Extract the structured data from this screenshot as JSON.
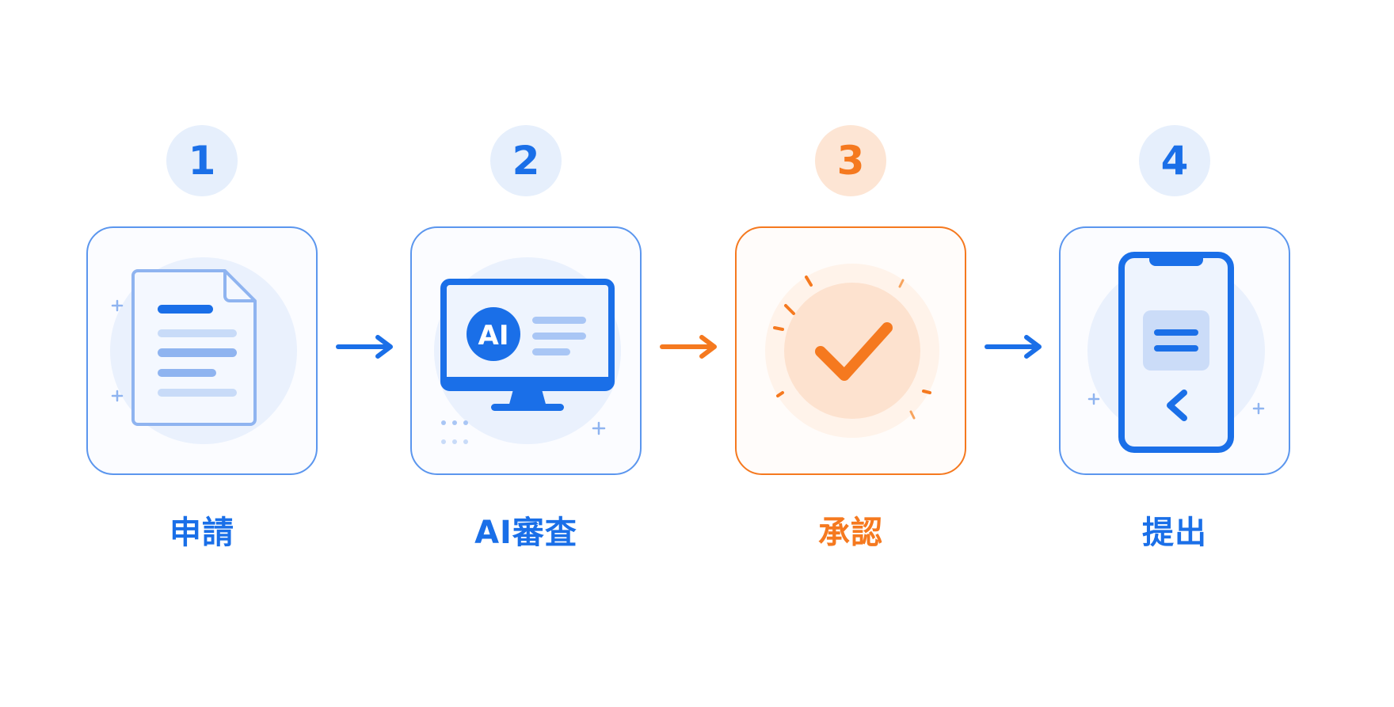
{
  "colors": {
    "blue": "#1a6fe8",
    "orange": "#f5791f",
    "blue_soft": "#e6effc",
    "orange_soft": "#fde5d4"
  },
  "steps": [
    {
      "number": "1",
      "label": "申請",
      "icon": "document-icon",
      "accent": "blue"
    },
    {
      "number": "2",
      "label": "AI審査",
      "icon": "monitor-icon",
      "accent": "blue",
      "screen_text": "AI"
    },
    {
      "number": "3",
      "label": "承認",
      "icon": "checkmark-icon",
      "accent": "orange"
    },
    {
      "number": "4",
      "label": "提出",
      "icon": "smartphone-icon",
      "accent": "blue"
    }
  ],
  "arrows": [
    {
      "accent": "blue"
    },
    {
      "accent": "orange"
    },
    {
      "accent": "blue"
    }
  ]
}
